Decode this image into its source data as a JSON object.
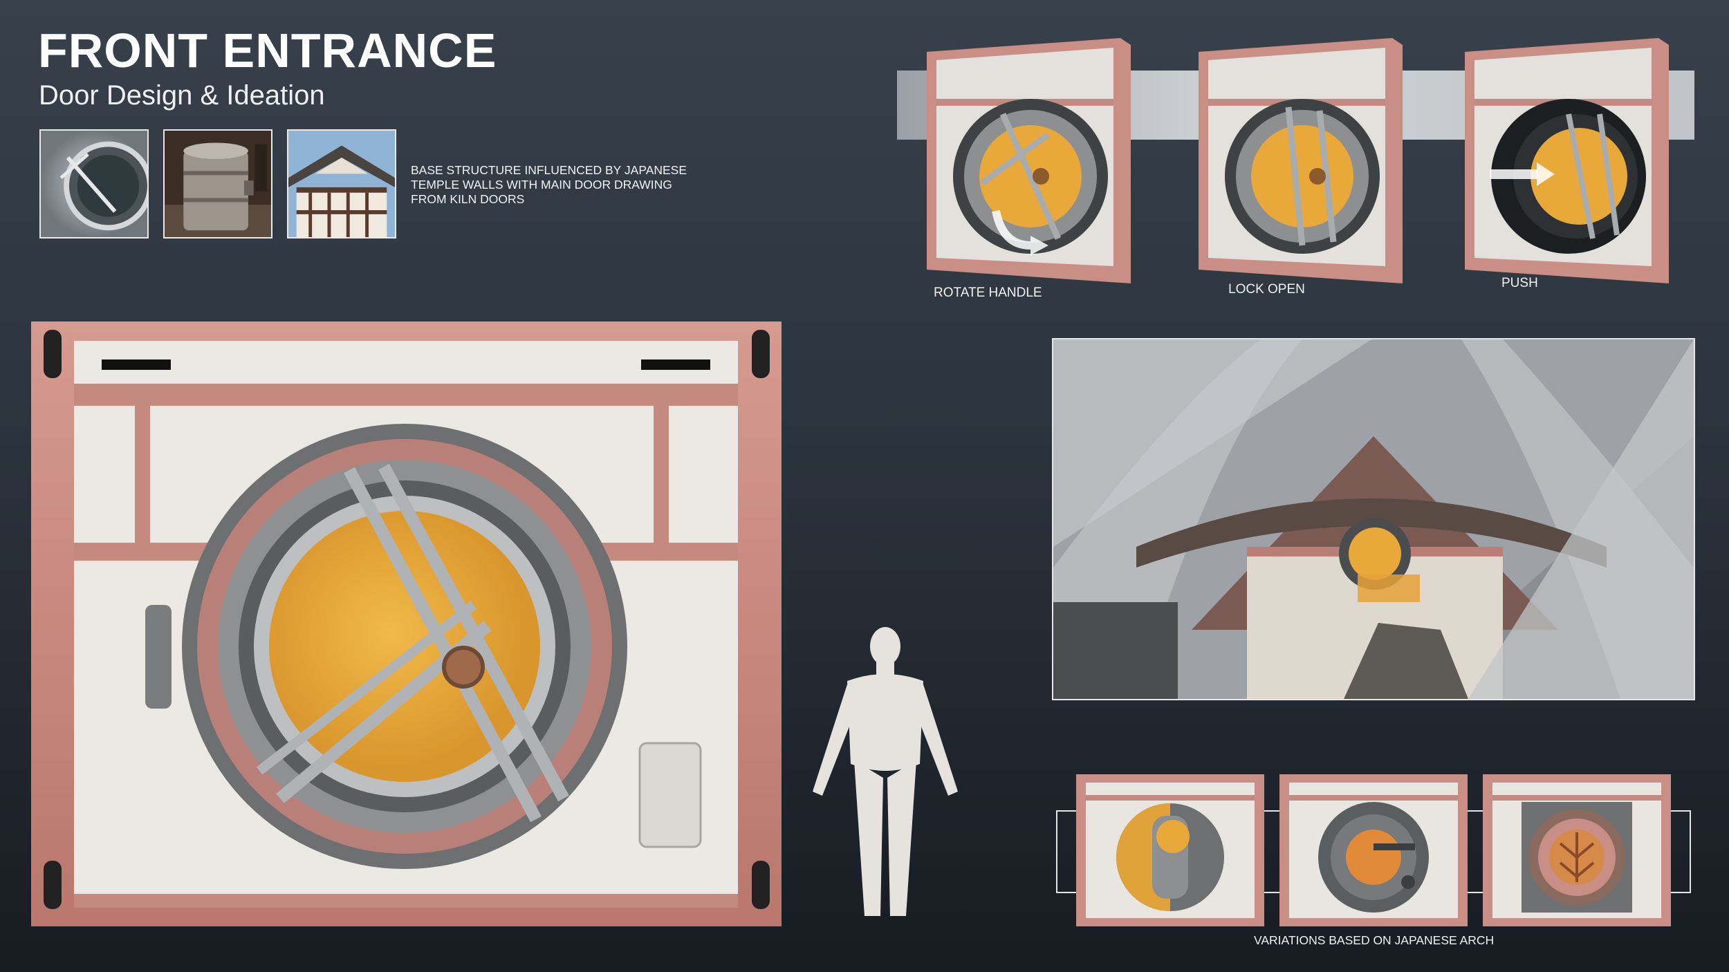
{
  "header": {
    "title": "FRONT ENTRANCE",
    "subtitle": "Door Design & Ideation"
  },
  "reference_images": [
    {
      "name": "porthole-door-reference",
      "subject": "porthole hatch"
    },
    {
      "name": "kiln-reference",
      "subject": "metal kiln"
    },
    {
      "name": "temple-reference",
      "subject": "japanese temple facade"
    }
  ],
  "reference_note": "BASE STRUCTURE INFLUENCED BY JAPANESE TEMPLE WALLS WITH MAIN DOOR DRAWING FROM KILN DOORS",
  "sequence": [
    {
      "label": "ROTATE HANDLE",
      "arrow": "curved"
    },
    {
      "label": "LOCK OPEN",
      "arrow": "none"
    },
    {
      "label": "PUSH",
      "arrow": "straight"
    }
  ],
  "variations_caption": "VARIATIONS BASED ON JAPANESE ARCH",
  "colors": {
    "window_amber": "#e8a93a",
    "frame_copper": "#c98f86",
    "plaster": "#e9e6e1",
    "background_top": "#38414b",
    "background_bottom": "#171c22"
  }
}
